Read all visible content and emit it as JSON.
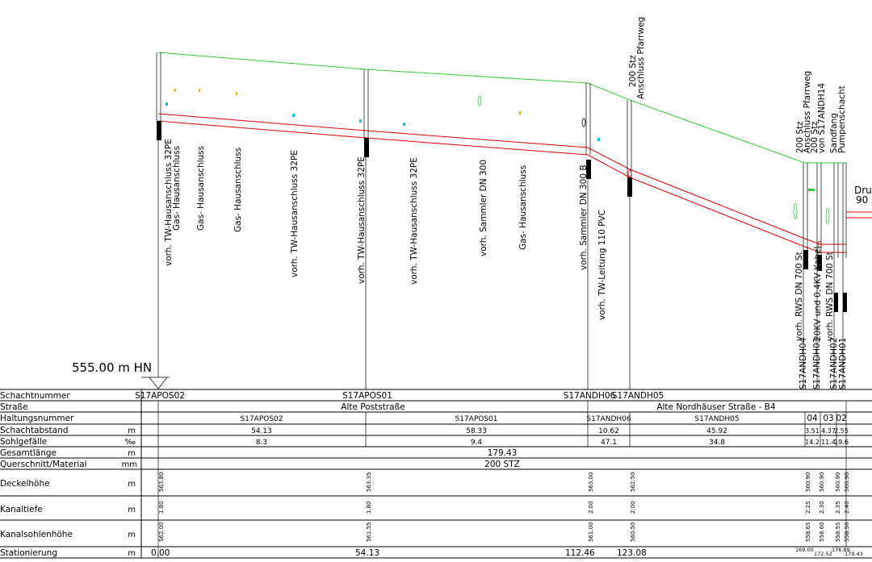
{
  "datum": "555.00 m HN",
  "top_annotations": {
    "pfarrweg_1": [
      "200 Stz",
      "Anschluss Pfarrweg"
    ],
    "pfarrweg_2": [
      "200 Stz",
      "Anschluss Pfarrweg",
      "200 Stz",
      "von S17ANDH14"
    ],
    "sandfang": [
      "Sandfang",
      "Pumpenschacht"
    ],
    "druck": [
      "Druc",
      "90"
    ]
  },
  "vertical_labels": [
    [
      "vorh. TW-Hausanschluss 32PE",
      "Gas- Hausanschluss"
    ],
    [
      "Gas- Hausanschluss"
    ],
    [
      "Gas- Hausanschluss"
    ],
    [
      "vorh. TW-Hausanschluss 32PE"
    ],
    [
      "vorh. TW-Hausanschluss 32PE"
    ],
    [
      "vorh. TW-Hausanschluss 32PE"
    ],
    [
      "vorh. Sammler DN 300"
    ],
    [
      "Gas- Hausanschluss"
    ],
    [
      "vorh. Sammler DN 300 B"
    ],
    [
      "vorh. TW-Leitung 110 PVC"
    ],
    [
      "vorh. RWS DN 700 St"
    ],
    [
      "20KV und 0,4KV Kabel"
    ],
    [
      "vorh. RWS DN 700 St"
    ]
  ],
  "shaft_labels": [
    "S17ANDH04",
    "S17ANDH03",
    "S17ANDH02",
    "S17ANDH01"
  ],
  "rows": {
    "schachtnummer": {
      "label": "Schachtnummer",
      "unit": "",
      "values": [
        "S17APOS02",
        "S17APOS01",
        "S17ANDH06",
        "S17ANDH05"
      ]
    },
    "strasse": {
      "label": "Straße",
      "unit": "",
      "values": [
        "Alte Poststraße",
        "Alte Nordhäuser Straße - B4"
      ]
    },
    "haltungsnummer": {
      "label": "Haltungsnummer",
      "unit": "",
      "values": [
        "S17APOS02",
        "S17APOS01",
        "S17ANDH06",
        "S17ANDH05",
        "04",
        "03",
        "02"
      ]
    },
    "schachtabstand": {
      "label": "Schachtabstand",
      "unit": "m",
      "values": [
        "54.13",
        "58.33",
        "10.62",
        "45.92",
        "3.51",
        "4.37",
        "2.55"
      ]
    },
    "sohlgefaelle": {
      "label": "Sohlgefälle",
      "unit": "‰",
      "values": [
        "8.3",
        "9.4",
        "47.1",
        "34.8",
        "14.2",
        "11.4",
        "19.6"
      ]
    },
    "gesamtlaenge": {
      "label": "Gesamtlänge",
      "unit": "m",
      "values": [
        "179.43"
      ]
    },
    "querschnitt": {
      "label": "Querschnitt/Material",
      "unit": "mm",
      "values": [
        "200 STZ"
      ]
    },
    "deckelhoehe": {
      "label": "Deckelhöhe",
      "unit": "m",
      "values": [
        "563.80",
        "563.35",
        "563.00",
        "562.50",
        "560.90",
        "560.90",
        "560.90",
        "560.90"
      ]
    },
    "kanaltiefe": {
      "label": "Kanaltiefe",
      "unit": "m",
      "values": [
        "1.80",
        "1.80",
        "2.00",
        "2.00",
        "2.25",
        "2.30",
        "2.35",
        "2.40"
      ]
    },
    "kanalsohlenhoehe": {
      "label": "Kanalsohlenhöhe",
      "unit": "m",
      "values": [
        "562.00",
        "561.55",
        "561.00",
        "560.50",
        "558.65",
        "558.60",
        "558.55",
        "558.50"
      ]
    },
    "stationierung": {
      "label": "Stationierung",
      "unit": "m",
      "values": [
        "0.00",
        "54.13",
        "112.46",
        "123.08",
        "169.00",
        "172.52",
        "176.89",
        "179.43"
      ]
    }
  },
  "colors": {
    "ground": "#33cc33",
    "pipe": "#e00000",
    "utility_yellow": "#e8b000",
    "utility_cyan": "#00c8d8",
    "utility_green": "#33cc33"
  }
}
